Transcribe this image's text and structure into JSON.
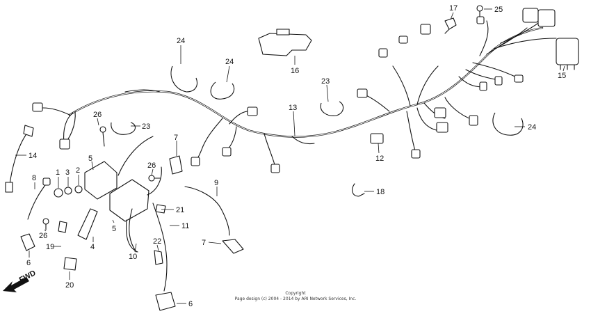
{
  "diagram": {
    "callouts": {
      "c1": "1",
      "c2": "2",
      "c3": "3",
      "c4": "4",
      "c5a": "5",
      "c5b": "5",
      "c6a": "6",
      "c6b": "6",
      "c7a": "7",
      "c7b": "7",
      "c8": "8",
      "c9": "9",
      "c10": "10",
      "c11": "11",
      "c12": "12",
      "c13": "13",
      "c14": "14",
      "c15": "15",
      "c16": "16",
      "c17": "17",
      "c18": "18",
      "c19": "19",
      "c20": "20",
      "c21": "21",
      "c22": "22",
      "c23a": "23",
      "c23b": "23",
      "c24a": "24",
      "c24b": "24",
      "c24c": "24",
      "c25": "25",
      "c26a": "26",
      "c26b": "26",
      "c26c": "26"
    },
    "fwd_label": "FWD",
    "copyright_line1": "Copyright",
    "copyright_line2": "Page design (c) 2004 - 2014 by ARI Network Services, Inc."
  }
}
